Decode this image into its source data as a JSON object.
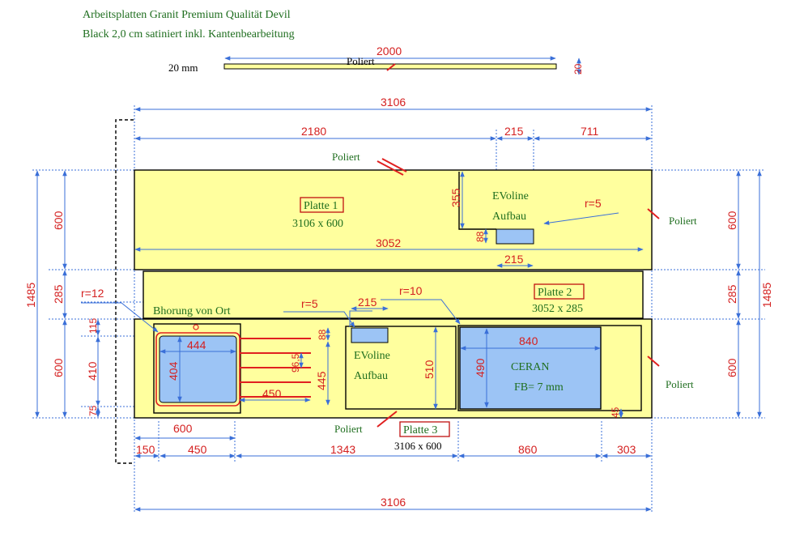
{
  "header": {
    "line1": "Arbeitsplatten Granit Premium Qualität Devil",
    "line2": "Black 2,0 cm satiniert inkl. Kantenbearbeitung"
  },
  "thickness": {
    "label": "20 mm",
    "length": "2000",
    "polished": "Poliert",
    "height": "20"
  },
  "dimensions": {
    "total_top": "3106",
    "total_bottom": "3106",
    "top_left": "2180",
    "top_mid": "215",
    "top_right": "711",
    "total_height_left": "1485",
    "total_height_right": "1485",
    "left_600_top": "600",
    "left_285": "285",
    "left_600_bottom": "600",
    "right_600_top": "600",
    "right_285": "285",
    "right_600_bottom": "600",
    "cutout1_offset": "355",
    "cutout1_height": "88",
    "cutout1_width": "215",
    "plate2_width": "3052",
    "sink_offset_top": "115",
    "sink_410": "410",
    "sink_75": "75",
    "sink_width": "444",
    "sink_depth": "404",
    "drain_width": "450",
    "drain_96": "96,5",
    "drain_445": "445",
    "drain_88": "88",
    "evo2_width": "215",
    "ceran_510": "510",
    "ceran_width": "840",
    "ceran_depth": "490",
    "ceran_45": "45",
    "bottom_600": "600",
    "bottom_150": "150",
    "bottom_450": "450",
    "bottom_1343": "1343",
    "bottom_860": "860",
    "bottom_303": "303"
  },
  "labels": {
    "poliert_top": "Poliert",
    "poliert_right_top": "Poliert",
    "poliert_right_bottom": "Poliert",
    "poliert_bottom": "Poliert",
    "plate1_name": "Platte 1",
    "plate1_size": "3106 x 600",
    "plate2_name": "Platte  2",
    "plate2_size": "3052 x 285",
    "plate3_name": "Platte  3",
    "plate3_size": "3106 x 600",
    "evoline1_a": "EVoline",
    "evoline1_b": "Aufbau",
    "evoline2_a": "EVoline",
    "evoline2_b": "Aufbau",
    "r5_top": "r=5",
    "r5_mid": "r=5",
    "r10": "r=10",
    "r12": "r=12",
    "bohrung": "Bhorung von Ort",
    "ceran": "CERAN",
    "fb": "FB= 7 mm"
  },
  "colors": {
    "slab": "#ffff9e",
    "cutout": "#9cc4f5",
    "dimension_text": "#d42020",
    "dimension_line": "#3a6fd8",
    "label_text": "#1f6e1f"
  }
}
